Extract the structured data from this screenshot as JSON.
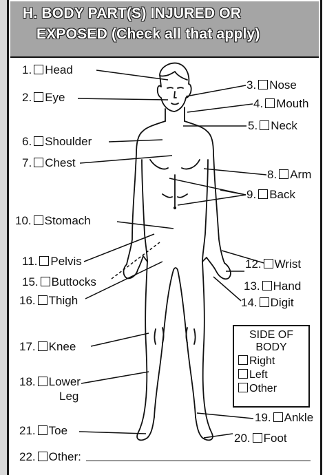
{
  "section": {
    "title_line1": "H. BODY PART(S) INJURED OR",
    "title_line2": "EXPOSED (Check all that apply)"
  },
  "body_parts": [
    {
      "num": "1.",
      "label": "Head"
    },
    {
      "num": "2.",
      "label": "Eye"
    },
    {
      "num": "3.",
      "label": "Nose"
    },
    {
      "num": "4.",
      "label": "Mouth"
    },
    {
      "num": "5.",
      "label": "Neck"
    },
    {
      "num": "6.",
      "label": "Shoulder"
    },
    {
      "num": "7.",
      "label": "Chest"
    },
    {
      "num": "8.",
      "label": "Arm"
    },
    {
      "num": "9.",
      "label": "Back"
    },
    {
      "num": "10.",
      "label": "Stomach"
    },
    {
      "num": "11.",
      "label": "Pelvis"
    },
    {
      "num": "12.",
      "label": "Wrist"
    },
    {
      "num": "13.",
      "label": "Hand"
    },
    {
      "num": "14.",
      "label": "Digit"
    },
    {
      "num": "15.",
      "label": "Buttocks"
    },
    {
      "num": "16.",
      "label": "Thigh"
    },
    {
      "num": "17.",
      "label": "Knee"
    },
    {
      "num": "18.",
      "label": "Lower",
      "label2": "Leg"
    },
    {
      "num": "19.",
      "label": "Ankle"
    },
    {
      "num": "20.",
      "label": "Foot"
    },
    {
      "num": "21.",
      "label": "Toe"
    },
    {
      "num": "22.",
      "label": "Other:"
    }
  ],
  "side_of_body": {
    "title_line1": "SIDE OF",
    "title_line2": "BODY",
    "options": [
      "Right",
      "Left",
      "Other"
    ]
  }
}
